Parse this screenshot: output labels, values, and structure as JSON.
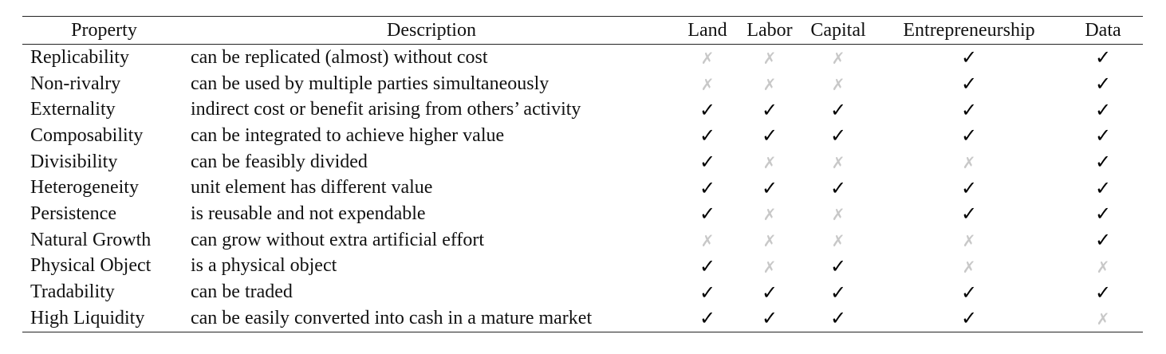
{
  "table": {
    "headers": [
      "Property",
      "Description",
      "Land",
      "Labor",
      "Capital",
      "Entrepreneurship",
      "Data"
    ],
    "symbols": {
      "yes": "✓",
      "no": "✗"
    },
    "rows": [
      {
        "property": "Replicability",
        "description": "can be replicated (almost) without cost",
        "marks": [
          "no",
          "no",
          "no",
          "yes",
          "yes"
        ]
      },
      {
        "property": "Non-rivalry",
        "description": "can be used by multiple parties simultaneously",
        "marks": [
          "no",
          "no",
          "no",
          "yes",
          "yes"
        ]
      },
      {
        "property": "Externality",
        "description": "indirect cost or benefit arising from others’ activity",
        "marks": [
          "yes",
          "yes",
          "yes",
          "yes",
          "yes"
        ]
      },
      {
        "property": "Composability",
        "description": "can be integrated to achieve higher value",
        "marks": [
          "yes",
          "yes",
          "yes",
          "yes",
          "yes"
        ]
      },
      {
        "property": "Divisibility",
        "description": "can be feasibly divided",
        "marks": [
          "yes",
          "no",
          "no",
          "no",
          "yes"
        ]
      },
      {
        "property": "Heterogeneity",
        "description": "unit element has different value",
        "marks": [
          "yes",
          "yes",
          "yes",
          "yes",
          "yes"
        ]
      },
      {
        "property": "Persistence",
        "description": "is reusable and not expendable",
        "marks": [
          "yes",
          "no",
          "no",
          "yes",
          "yes"
        ]
      },
      {
        "property": "Natural Growth",
        "description": "can grow without extra artificial effort",
        "marks": [
          "no",
          "no",
          "no",
          "no",
          "yes"
        ]
      },
      {
        "property": "Physical Object",
        "description": "is a physical object",
        "marks": [
          "yes",
          "no",
          "yes",
          "no",
          "no"
        ]
      },
      {
        "property": "Tradability",
        "description": "can be traded",
        "marks": [
          "yes",
          "yes",
          "yes",
          "yes",
          "yes"
        ]
      },
      {
        "property": "High Liquidity",
        "description": "can be easily converted into cash in a mature market",
        "marks": [
          "yes",
          "yes",
          "yes",
          "yes",
          "no"
        ]
      }
    ]
  }
}
